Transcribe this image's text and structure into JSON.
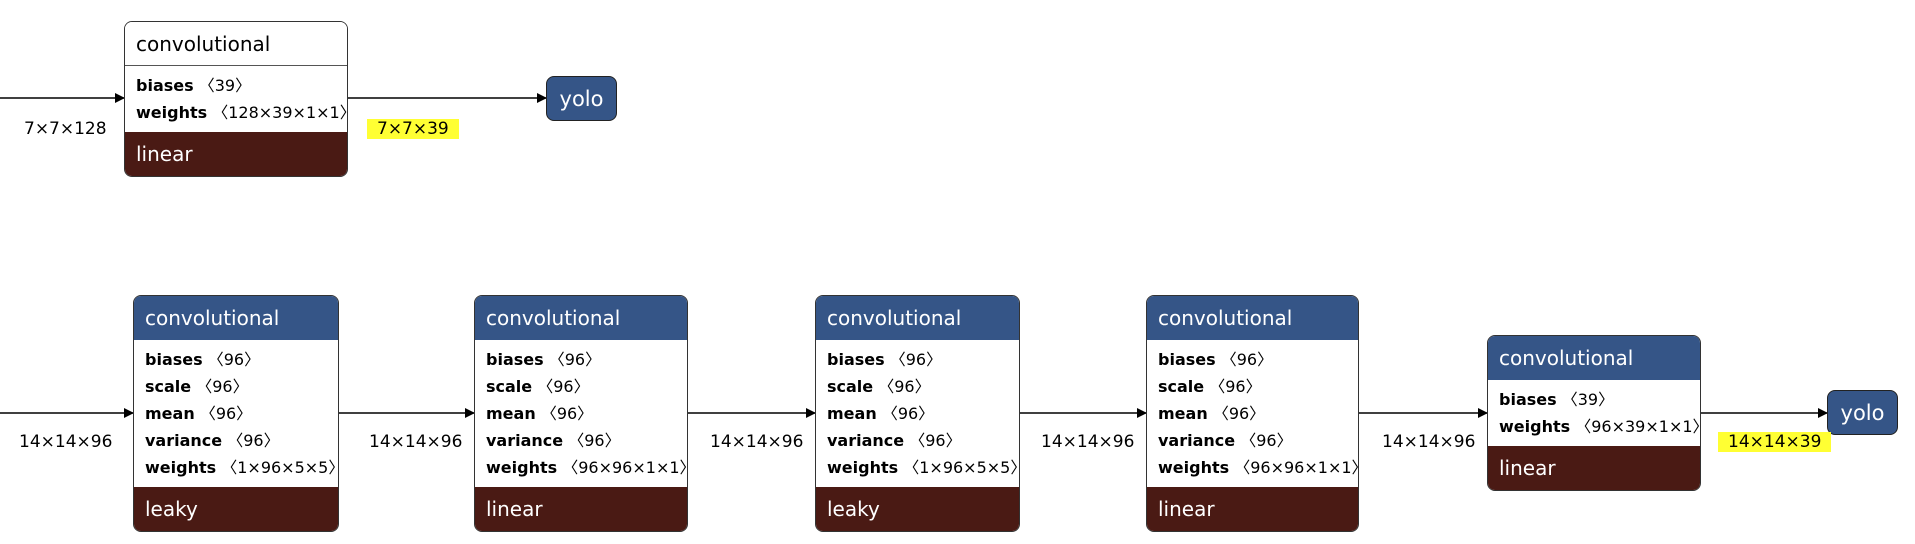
{
  "nodes": {
    "conv_a": {
      "title": "convolutional",
      "attrs": [
        {
          "name": "biases",
          "value": "〈39〉"
        },
        {
          "name": "weights",
          "value": "〈128×39×1×1〉"
        }
      ],
      "activation": "linear"
    },
    "conv_b": {
      "title": "convolutional",
      "attrs": [
        {
          "name": "biases",
          "value": "〈96〉"
        },
        {
          "name": "scale",
          "value": "〈96〉"
        },
        {
          "name": "mean",
          "value": "〈96〉"
        },
        {
          "name": "variance",
          "value": "〈96〉"
        },
        {
          "name": "weights",
          "value": "〈1×96×5×5〉"
        }
      ],
      "activation": "leaky"
    },
    "conv_c": {
      "title": "convolutional",
      "attrs": [
        {
          "name": "biases",
          "value": "〈96〉"
        },
        {
          "name": "scale",
          "value": "〈96〉"
        },
        {
          "name": "mean",
          "value": "〈96〉"
        },
        {
          "name": "variance",
          "value": "〈96〉"
        },
        {
          "name": "weights",
          "value": "〈96×96×1×1〉"
        }
      ],
      "activation": "linear"
    },
    "conv_d": {
      "title": "convolutional",
      "attrs": [
        {
          "name": "biases",
          "value": "〈96〉"
        },
        {
          "name": "scale",
          "value": "〈96〉"
        },
        {
          "name": "mean",
          "value": "〈96〉"
        },
        {
          "name": "variance",
          "value": "〈96〉"
        },
        {
          "name": "weights",
          "value": "〈1×96×5×5〉"
        }
      ],
      "activation": "leaky"
    },
    "conv_e": {
      "title": "convolutional",
      "attrs": [
        {
          "name": "biases",
          "value": "〈96〉"
        },
        {
          "name": "scale",
          "value": "〈96〉"
        },
        {
          "name": "mean",
          "value": "〈96〉"
        },
        {
          "name": "variance",
          "value": "〈96〉"
        },
        {
          "name": "weights",
          "value": "〈96×96×1×1〉"
        }
      ],
      "activation": "linear"
    },
    "conv_f": {
      "title": "convolutional",
      "attrs": [
        {
          "name": "biases",
          "value": "〈39〉"
        },
        {
          "name": "weights",
          "value": "〈96×39×1×1〉"
        }
      ],
      "activation": "linear"
    },
    "yolo_top": {
      "title": "yolo"
    },
    "yolo_bottom": {
      "title": "yolo"
    }
  },
  "edges": {
    "top_in": "7×7×128",
    "top_out": "7×7×39",
    "b_in": "14×14×96",
    "b_c": "14×14×96",
    "c_d": "14×14×96",
    "d_e": "14×14×96",
    "e_f": "14×14×96",
    "f_out": "14×14×39"
  },
  "highlight_color": "#ffff33",
  "node_header_color": "#355587",
  "activation_color": "#4a1a14"
}
